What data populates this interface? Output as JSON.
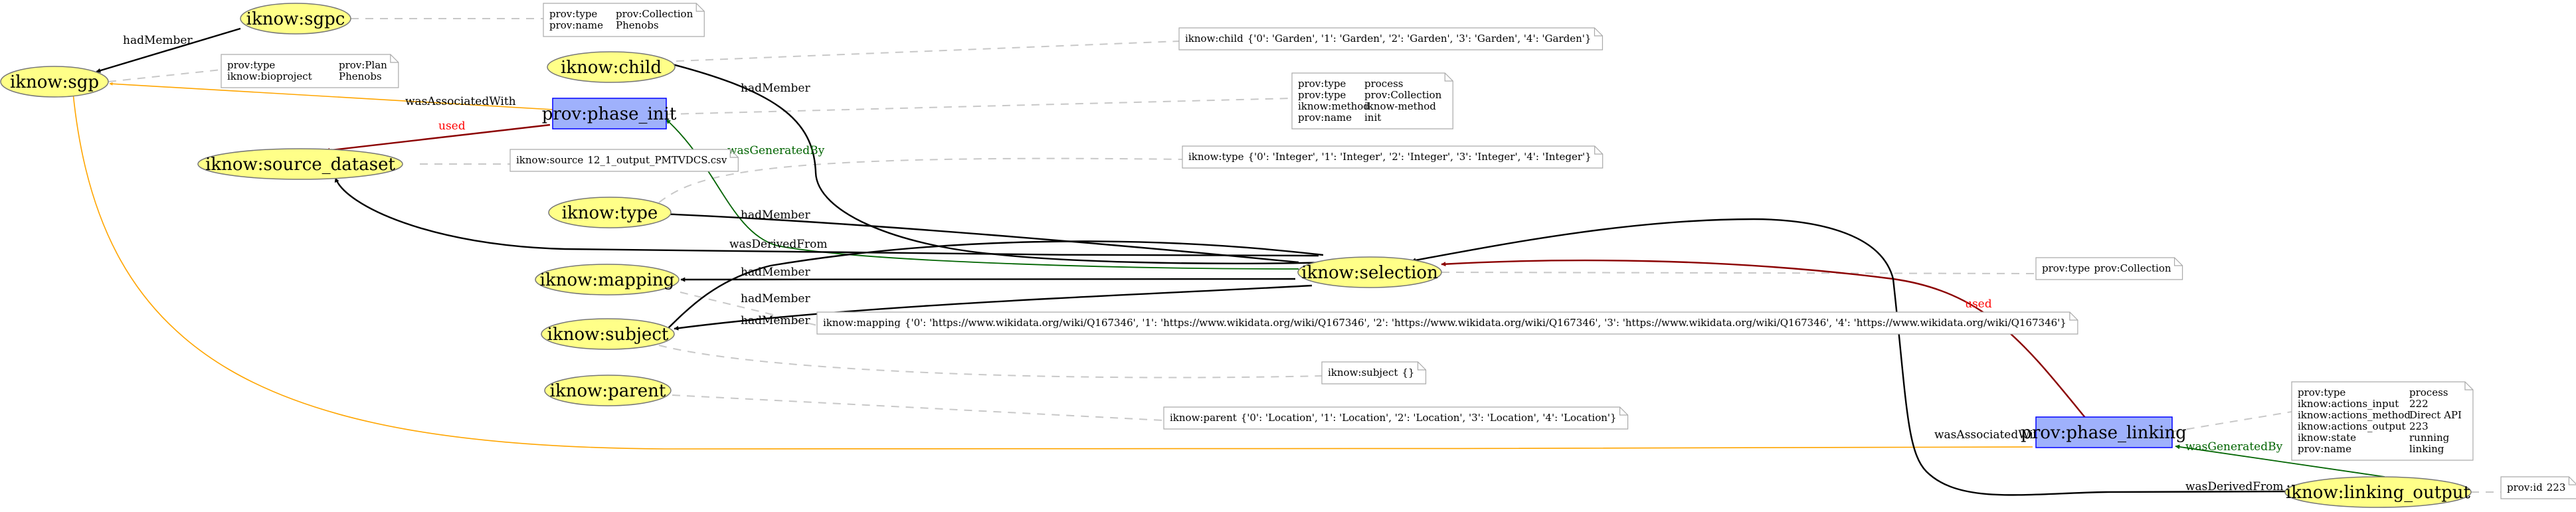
{
  "colors": {
    "entity_fill": "#ffff88",
    "entity_stroke": "#777777",
    "activity_fill": "#9fb1fc",
    "activity_stroke": "#0000ff",
    "note_stroke": "#aaaaaa",
    "dashed_link": "#c8c8c8",
    "edge_black": "#000000",
    "edge_used": "#8b0000",
    "edge_generated": "#006400",
    "edge_associated": "#ffa500"
  },
  "nodes": {
    "sgpc": "iknow:sgpc",
    "sgp": "iknow:sgp",
    "child": "iknow:child",
    "phase_init": "prov:phase_init",
    "source_dataset": "iknow:source_dataset",
    "type": "iknow:type",
    "mapping": "iknow:mapping",
    "subject": "iknow:subject",
    "parent": "iknow:parent",
    "selection": "iknow:selection",
    "phase_linking": "prov:phase_linking",
    "linking_output": "iknow:linking_output"
  },
  "edge_labels": {
    "sgpc_sgp": "hadMember",
    "sgp_assoc": "wasAssociatedWith",
    "init_used": "used",
    "child_member": "hadMember",
    "init_generated": "wasGeneratedBy",
    "type_member": "hadMember",
    "derived_from": "wasDerivedFrom",
    "mapping_member": "hadMember",
    "subject_member_1": "hadMember",
    "subject_member_2": "hadMember",
    "linking_used": "used",
    "linking_assoc": "wasAssociatedWith",
    "linking_generated": "wasGeneratedBy",
    "linking_derived": "wasDerivedFrom"
  },
  "notes": {
    "sgpc": [
      [
        "prov:type",
        "prov:Collection"
      ],
      [
        "prov:name",
        "Phenobs"
      ]
    ],
    "sgp": [
      [
        "prov:type",
        "prov:Plan"
      ],
      [
        "iknow:bioproject",
        "Phenobs"
      ]
    ],
    "child": [
      [
        "iknow:child",
        "{'0': 'Garden', '1': 'Garden', '2': 'Garden', '3': 'Garden', '4': 'Garden'}"
      ]
    ],
    "phase_init": [
      [
        "prov:type",
        "process"
      ],
      [
        "prov:type",
        "prov:Collection"
      ],
      [
        "iknow:method",
        "iknow-method"
      ],
      [
        "prov:name",
        "init"
      ]
    ],
    "source_dataset": [
      [
        "iknow:source",
        "12_1_output_PMTVDCS.csv"
      ]
    ],
    "type": [
      [
        "iknow:type",
        "{'0': 'Integer', '1': 'Integer', '2': 'Integer', '3': 'Integer', '4': 'Integer'}"
      ]
    ],
    "selection": [
      [
        "prov:type",
        "prov:Collection"
      ]
    ],
    "mapping": [
      [
        "iknow:mapping",
        "{'0': 'https://www.wikidata.org/wiki/Q167346', '1': 'https://www.wikidata.org/wiki/Q167346', '2': 'https://www.wikidata.org/wiki/Q167346', '3': 'https://www.wikidata.org/wiki/Q167346', '4': 'https://www.wikidata.org/wiki/Q167346'}"
      ]
    ],
    "subject": [
      [
        "iknow:subject",
        "{}"
      ]
    ],
    "parent": [
      [
        "iknow:parent",
        "{'0': 'Location', '1': 'Location', '2': 'Location', '3': 'Location', '4': 'Location'}"
      ]
    ],
    "phase_linking": [
      [
        "prov:type",
        "process"
      ],
      [
        "iknow:actions_input",
        "222"
      ],
      [
        "iknow:actions_method",
        "Direct API"
      ],
      [
        "iknow:actions_output",
        "223"
      ],
      [
        "iknow:state",
        "running"
      ],
      [
        "prov:name",
        "linking"
      ]
    ],
    "linking_output": [
      [
        "prov:id",
        "223"
      ]
    ]
  }
}
